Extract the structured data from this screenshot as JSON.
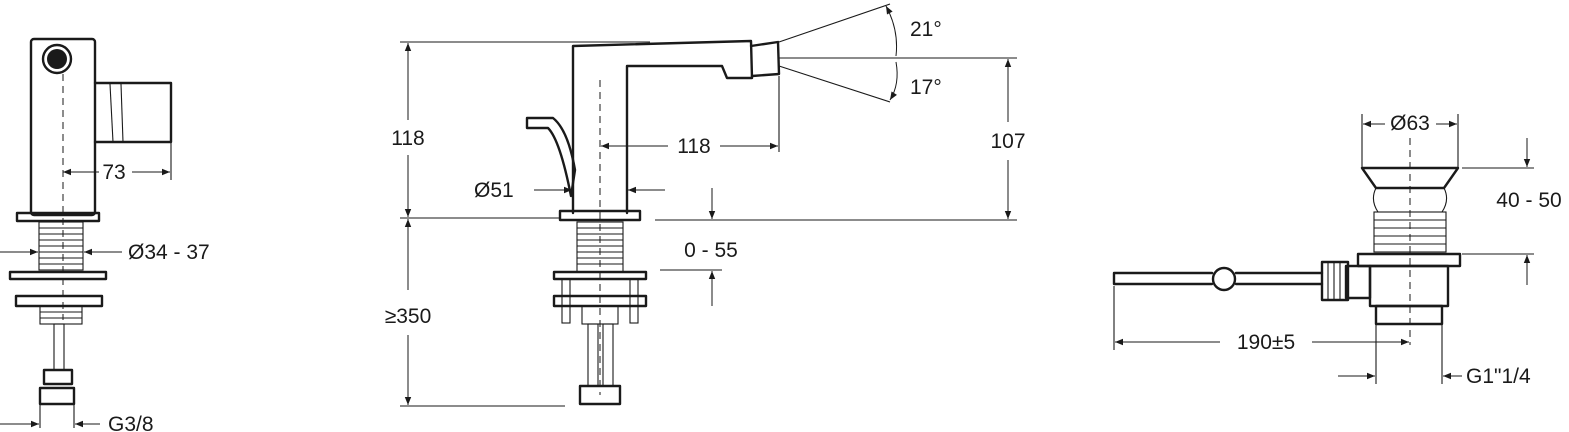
{
  "dimensions": {
    "side_depth": "73",
    "thread_diameter": "Ø34 - 37",
    "inlet_connection": "G3/8",
    "total_height": "118",
    "under_deck_length": "≥350",
    "spout_reach": "118",
    "base_diameter": "Ø51",
    "deck_thickness": "0 - 55",
    "nozzle_angle_up": "21°",
    "nozzle_angle_down": "17°",
    "spout_outlet_height": "107",
    "waste_diameter": "Ø63",
    "basin_thickness": "40 - 50",
    "rod_length": "190±5",
    "waste_connection": "G1\"1/4"
  }
}
